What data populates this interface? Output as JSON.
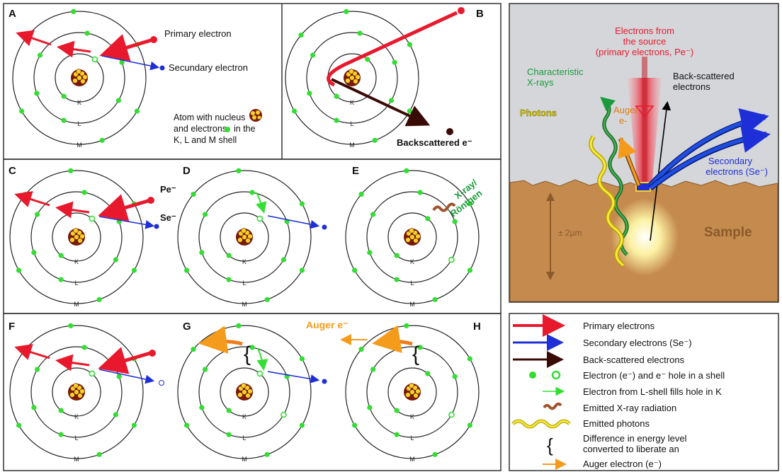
{
  "panels": {
    "A": {
      "letter": "A",
      "primary": "Primary electron",
      "secondary": "Secundary electron",
      "atom_line1": "Atom with nucleus",
      "atom_line2": "and electrons",
      "atom_line2b": "in the",
      "atom_line3": "K, L and M shell"
    },
    "B": {
      "letter": "B",
      "backscattered": "Backscattered e⁻"
    },
    "C": {
      "letter": "C",
      "pe": "Pe⁻",
      "se": "Se⁻"
    },
    "D": {
      "letter": "D"
    },
    "E": {
      "letter": "E",
      "xray_line1": "X-ray/",
      "xray_line2": "Röntgen"
    },
    "F": {
      "letter": "F"
    },
    "G": {
      "letter": "G",
      "auger": "Auger e⁻"
    },
    "H": {
      "letter": "H"
    }
  },
  "shells": {
    "k": "K",
    "l": "L",
    "m": "M"
  },
  "sample_panel": {
    "source_line1": "Electrons from",
    "source_line2": "the source",
    "source_line3": "(primary electrons, Pe⁻)",
    "xray_line1": "Characteristic",
    "xray_line2": "X-rays",
    "backscatter_line1": "Back-scattered",
    "backscatter_line2": "electrons",
    "photons": "Photons",
    "auger_line1": "Auger",
    "auger_line2": "e-",
    "secondary_line1": "Secondary",
    "secondary_line2": "electrons (Se⁻)",
    "depth": "± 2µm",
    "sample": "Sample"
  },
  "legend": {
    "primary": "Primary electrons",
    "secondary": "Secondary electrons (Se⁻)",
    "backscattered": "Back-scattered electrons",
    "electron_hole": "Electron (e⁻) and e⁻ hole in a shell",
    "lshell": "Electron from L-shell fills hole in K",
    "xray": "Emitted X-ray radiation",
    "photons": "Emitted photons",
    "energy_line1": "Difference in energy level",
    "energy_line2": "converted to liberate an",
    "energy_line3": "Auger electron (e⁻)"
  },
  "colors": {
    "primary": "#e8192c",
    "secondary": "#1f2fd8",
    "backscatter": "#3a0a05",
    "electron": "#33dd33",
    "xray": "#1a9a3a",
    "auger": "#f59b1c",
    "sample": "#c58a4e",
    "sky": "#d4d6da"
  }
}
